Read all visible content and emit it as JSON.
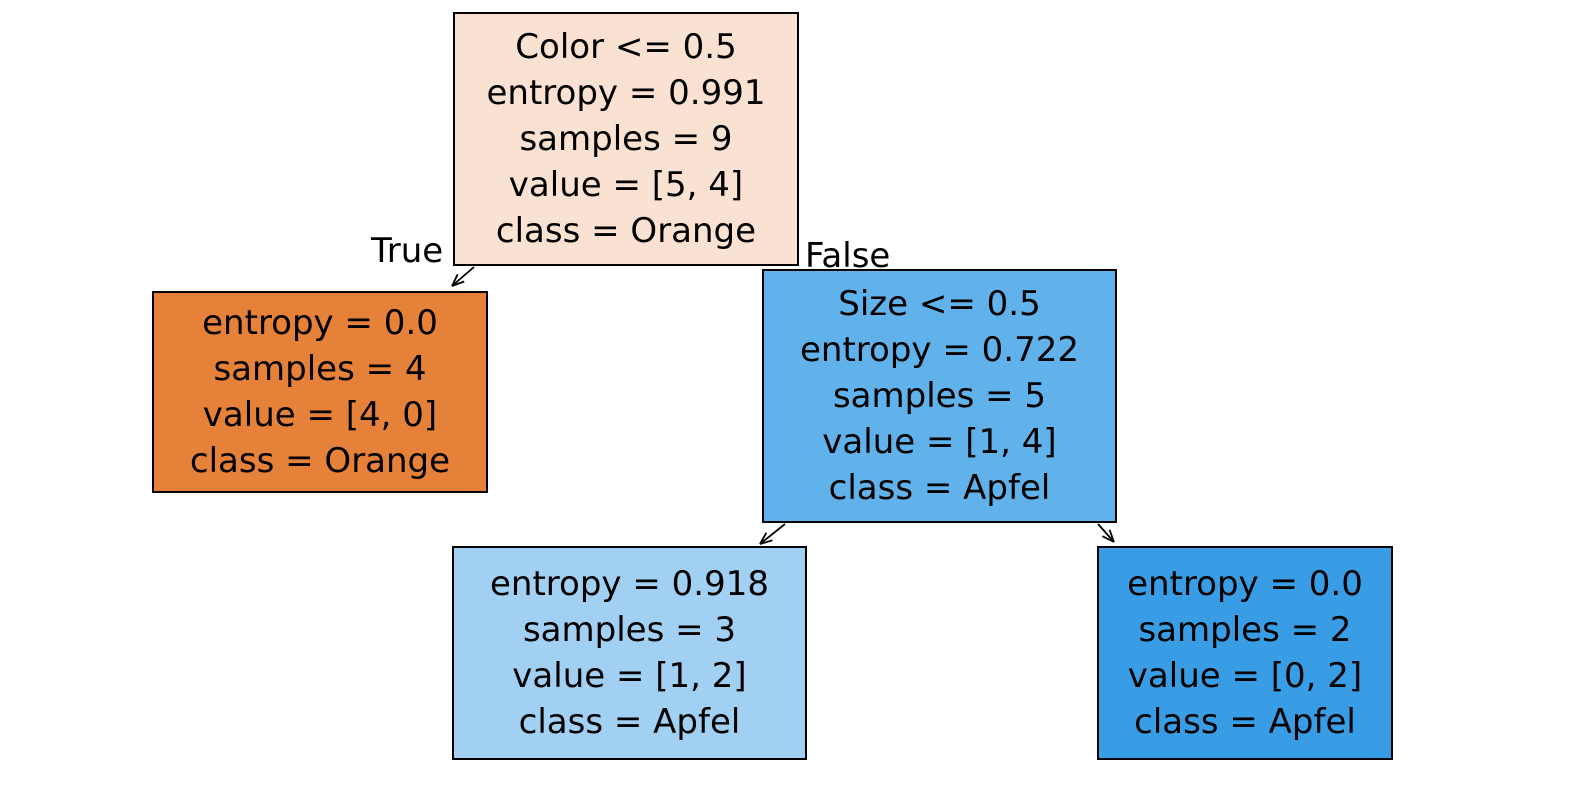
{
  "figure": {
    "background": "#ffffff",
    "border_color": "#000000",
    "text_color": "#000000"
  },
  "edge_labels": {
    "true_label": "True",
    "false_label": "False"
  },
  "tree": {
    "nodes": [
      {
        "id": "root",
        "depth": 0,
        "fill": "#f9e2d1",
        "lines": [
          "Color <= 0.5",
          "entropy = 0.991",
          "samples = 9",
          "value = [5, 4]",
          "class = Orange"
        ]
      },
      {
        "id": "left-leaf",
        "depth": 1,
        "fill": "#e58139",
        "lines": [
          "entropy = 0.0",
          "samples = 4",
          "value = [4, 0]",
          "class = Orange"
        ]
      },
      {
        "id": "right-node",
        "depth": 1,
        "fill": "#61b1ea",
        "lines": [
          "Size <= 0.5",
          "entropy = 0.722",
          "samples = 5",
          "value = [1, 4]",
          "class = Apfel"
        ]
      },
      {
        "id": "right-left-leaf",
        "depth": 2,
        "fill": "#a1d0f2",
        "lines": [
          "entropy = 0.918",
          "samples = 3",
          "value = [1, 2]",
          "class = Apfel"
        ]
      },
      {
        "id": "right-right-leaf",
        "depth": 2,
        "fill": "#399de5",
        "lines": [
          "entropy = 0.0",
          "samples = 2",
          "value = [0, 2]",
          "class = Apfel"
        ]
      }
    ]
  }
}
